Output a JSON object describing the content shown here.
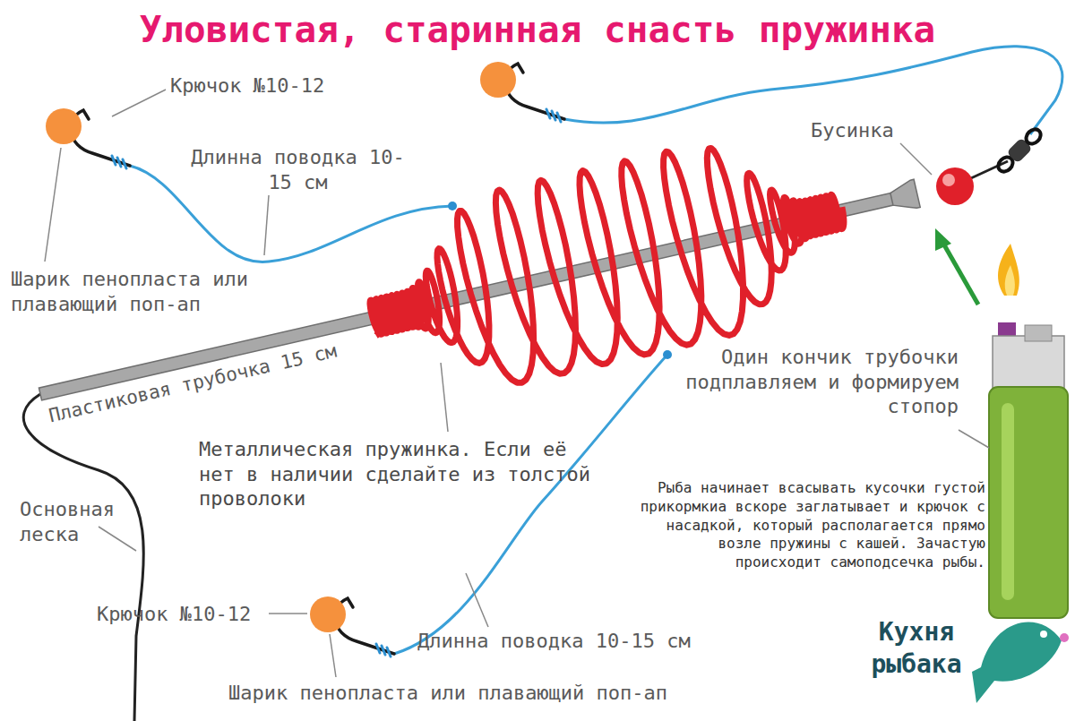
{
  "diagram": {
    "title": "Уловистая, старинная снасть пружинка",
    "labels": [
      "Крючок №10-12",
      "Длинна поводка 10-15 см",
      "Бусинка",
      "Шарик пенопласта или плавающий поп-ап",
      "Пластиковая трубочка 15 см",
      "Один кончик трубочки подплавляем и формируем стопор",
      "Металлическая пружинка. Если её нет в наличии сделайте из толстой проволоки",
      "Рыба начинает всасывать кусочки густой прикормкиа вскоре заглатывает и крючок с насадкой, который располагается прямо возле пружины с кашей. Зачастую происходит самоподсечка рыбы.",
      "Основная леска",
      "Крючок №10-12",
      "Длинна поводка 10-15 см",
      "Шарик пенопласта или плавающий поп-ап",
      "Кухня рыбака"
    ]
  }
}
